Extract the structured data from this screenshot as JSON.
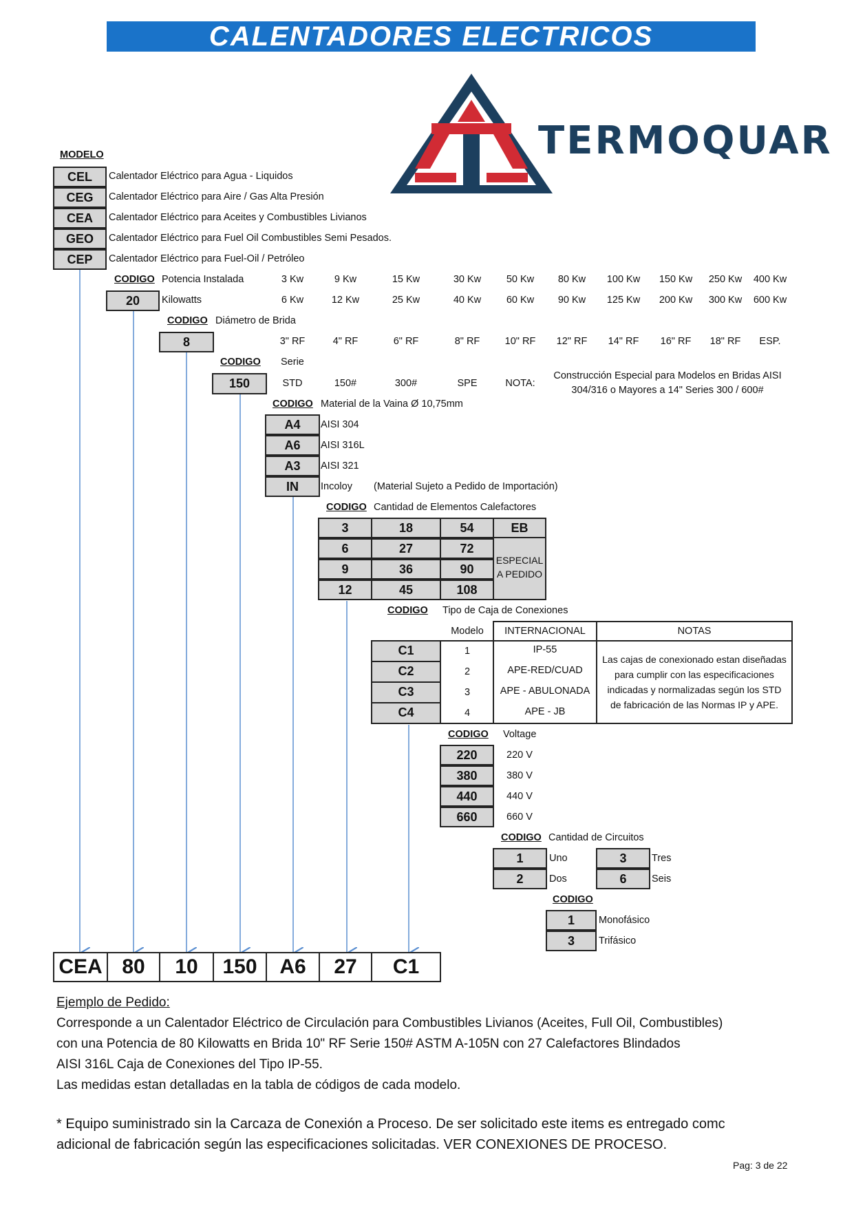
{
  "title": "CALENTADORES ELECTRICOS",
  "brand": "TERMOQUAR",
  "colors": {
    "banner": "#1a73c9",
    "logo_blue": "#1c3f5e",
    "logo_red": "#d12b34",
    "arrow": "#5b8fd1"
  },
  "modelo": {
    "label": "MODELO",
    "items": [
      {
        "code": "CEL",
        "desc": "Calentador Eléctrico para Agua - Liquidos"
      },
      {
        "code": "CEG",
        "desc": "Calentador Eléctrico para Aire / Gas Alta Presión"
      },
      {
        "code": "CEA",
        "desc": "Calentador Eléctrico para Aceites y Combustibles Livianos"
      },
      {
        "code": "GEO",
        "desc": "Calentador Eléctrico para Fuel Oil Combustibles Semi Pesados."
      },
      {
        "code": "CEP",
        "desc": "Calentador Eléctrico para Fuel-Oil / Petróleo"
      }
    ]
  },
  "potencia": {
    "label": "CODIGO",
    "title": "Potencia Instalada",
    "code": "20",
    "unit": "Kilowatts",
    "row1": [
      "3 Kw",
      "9 Kw",
      "15 Kw",
      "30 Kw",
      "50 Kw",
      "80 Kw",
      "100 Kw",
      "150 Kw",
      "250 Kw",
      "400 Kw"
    ],
    "row2": [
      "6 Kw",
      "12 Kw",
      "25 Kw",
      "40 Kw",
      "60 Kw",
      "90 Kw",
      "125 Kw",
      "200 Kw",
      "300 Kw",
      "600 Kw"
    ]
  },
  "brida": {
    "label": "CODIGO",
    "title": "Diámetro de Brida",
    "code": "8",
    "values": [
      "3\" RF",
      "4\" RF",
      "6\" RF",
      "8\" RF",
      "10\" RF",
      "12\" RF",
      "14\" RF",
      "16\" RF",
      "18\" RF",
      "ESP."
    ]
  },
  "serie": {
    "label": "CODIGO",
    "title": "Serie",
    "code": "150",
    "values": [
      "STD",
      "150#",
      "300#",
      "SPE",
      "NOTA:"
    ],
    "nota_line1": "Construcción Especial para Modelos en Bridas AISI",
    "nota_line2": "304/316 o Mayores a 14\" Series 300 / 600#"
  },
  "vaina": {
    "label": "CODIGO",
    "title": "Material de la Vaina Ø 10,75mm",
    "items": [
      {
        "code": "A4",
        "desc": "AISI 304"
      },
      {
        "code": "A6",
        "desc": "AISI 316L"
      },
      {
        "code": "A3",
        "desc": "AISI 321"
      },
      {
        "code": "IN",
        "desc": "Incoloy"
      }
    ],
    "note": "(Material Sujeto a Pedido de Importación)"
  },
  "elementos": {
    "label": "CODIGO",
    "title": "Cantidad de Elementos Calefactores",
    "col1": [
      "3",
      "6",
      "9",
      "12"
    ],
    "col2": [
      "18",
      "27",
      "36",
      "45"
    ],
    "col3": [
      "54",
      "72",
      "90",
      "108"
    ],
    "eb": "EB",
    "especial1": "ESPECIAL",
    "especial2": "A PEDIDO"
  },
  "caja": {
    "label": "CODIGO",
    "title": "Tipo de Caja de Conexiones",
    "head_modelo": "Modelo",
    "head_int": "INTERNACIONAL",
    "head_notas": "NOTAS",
    "rows": [
      {
        "code": "C1",
        "modelo": "1",
        "int": "IP-55"
      },
      {
        "code": "C2",
        "modelo": "2",
        "int": "APE-RED/CUAD"
      },
      {
        "code": "C3",
        "modelo": "3",
        "int": "APE - ABULONADA"
      },
      {
        "code": "C4",
        "modelo": "4",
        "int": "APE - JB"
      }
    ],
    "notas": [
      "Las cajas de conexionado estan diseñadas",
      "para cumplir con las especificaciones",
      "indicadas y normalizadas según los STD",
      "de fabricación de las Normas IP y APE."
    ]
  },
  "voltage": {
    "label": "CODIGO",
    "title": "Voltage",
    "items": [
      {
        "code": "220",
        "desc": "220 V"
      },
      {
        "code": "380",
        "desc": "380 V"
      },
      {
        "code": "440",
        "desc": "440 V"
      },
      {
        "code": "660",
        "desc": "660 V"
      }
    ]
  },
  "circuitos": {
    "label": "CODIGO",
    "title": "Cantidad de Circuitos",
    "items": [
      {
        "code": "1",
        "desc": "Uno"
      },
      {
        "code": "2",
        "desc": "Dos"
      },
      {
        "code": "3",
        "desc": "Tres"
      },
      {
        "code": "6",
        "desc": "Seis"
      }
    ]
  },
  "fase": {
    "label": "CODIGO",
    "items": [
      {
        "code": "1",
        "desc": "Monofásico"
      },
      {
        "code": "3",
        "desc": "Trifásico"
      }
    ]
  },
  "ejemplo_codigo": [
    "CEA",
    "80",
    "10",
    "150",
    "A6",
    "27",
    "C1"
  ],
  "ejemplo": {
    "title": "Ejemplo de Pedido:",
    "lines": [
      "Corresponde a un Calentador Eléctrico de Circulación para Combustibles Livianos (Aceites, Full Oil, Combustibles)",
      "con una Potencia de 80 Kilowatts en Brida 10\" RF Serie 150# ASTM A-105N con 27 Calefactores Blindados",
      "AISI 316L Caja de Conexiones del Tipo IP-55.",
      "Las medidas estan detalladas en la tabla de códigos de cada modelo."
    ]
  },
  "footnote": [
    "* Equipo suministrado sin la Carcaza de Conexión a Proceso. De ser solicitado este items es entregado comc",
    "adicional de fabricación según las especificaciones solicitadas. VER CONEXIONES DE PROCESO."
  ],
  "page": "Pag: 3 de 22"
}
